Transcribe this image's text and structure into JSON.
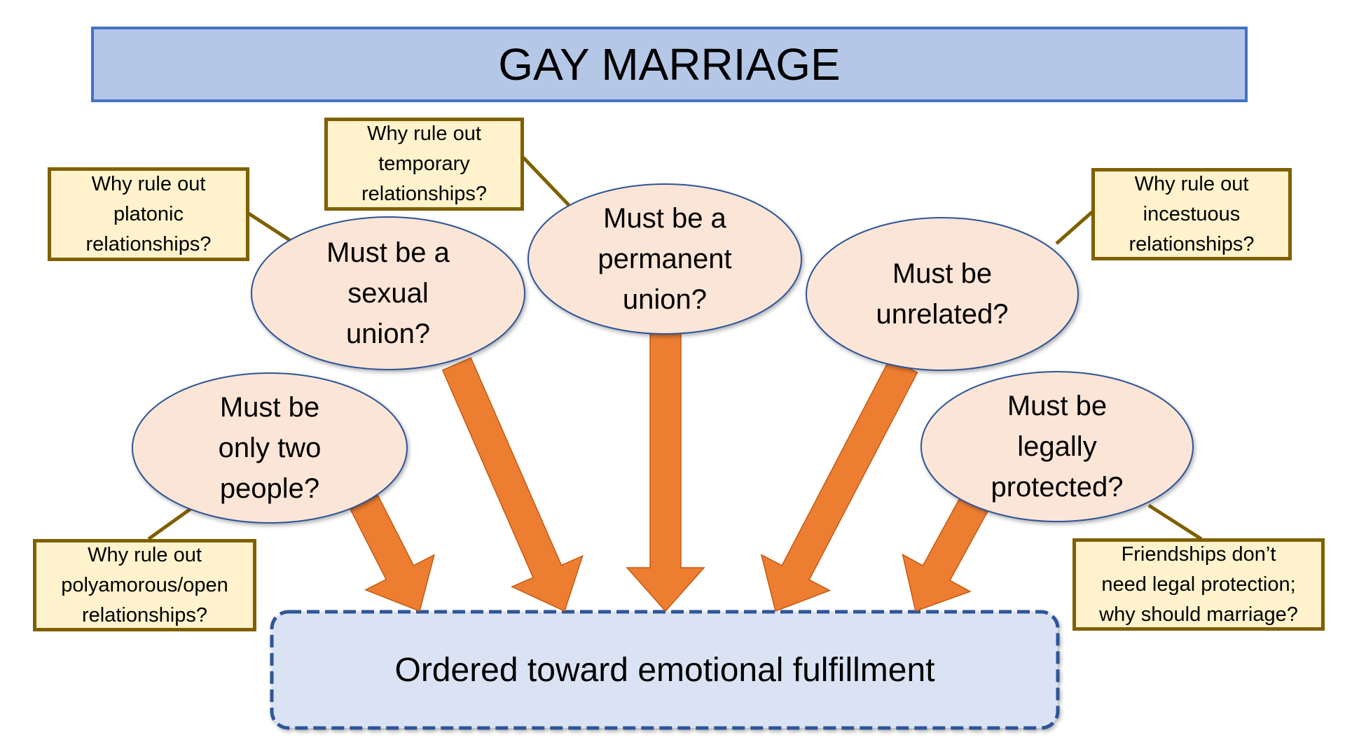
{
  "title": "GAY MARRIAGE",
  "colors": {
    "banner_fill": "#b4c7e7",
    "banner_border": "#4472c4",
    "node_fill": "#fbe5d6",
    "node_border": "#2f5597",
    "arrow_fill": "#ed7d31",
    "arrow_border": "#c55a11",
    "callout_fill": "#fff2cc",
    "callout_border": "#7f6000",
    "target_fill": "#dae3f3",
    "target_border": "#2f5597"
  },
  "nodes": [
    {
      "id": "two-people",
      "text": "Must be only two people?",
      "lines": [
        "Must be",
        "only two",
        "people?"
      ]
    },
    {
      "id": "sexual-union",
      "text": "Must be a sexual union?",
      "lines": [
        "Must be a",
        "sexual",
        "union?"
      ]
    },
    {
      "id": "permanent-union",
      "text": "Must be a permanent union?",
      "lines": [
        "Must be a",
        "permanent",
        "union?"
      ]
    },
    {
      "id": "unrelated",
      "text": "Must be unrelated?",
      "lines": [
        "Must be",
        "unrelated?"
      ]
    },
    {
      "id": "legally-protected",
      "text": "Must be legally protected?",
      "lines": [
        "Must be",
        "legally",
        "protected?"
      ]
    }
  ],
  "callouts": [
    {
      "id": "platonic",
      "lines": [
        "Why rule out",
        "platonic",
        "relationships?"
      ]
    },
    {
      "id": "temporary",
      "lines": [
        "Why rule out",
        "temporary",
        "relationships?"
      ]
    },
    {
      "id": "incestuous",
      "lines": [
        "Why rule out",
        "incestuous",
        "relationships?"
      ]
    },
    {
      "id": "polyamorous",
      "lines": [
        "Why rule out",
        "polyamorous/open",
        "relationships?"
      ]
    },
    {
      "id": "friendships",
      "lines": [
        "Friendships don’t",
        "need legal protection;",
        "why should marriage?"
      ]
    }
  ],
  "target": {
    "text": "Ordered toward emotional fulfillment"
  }
}
